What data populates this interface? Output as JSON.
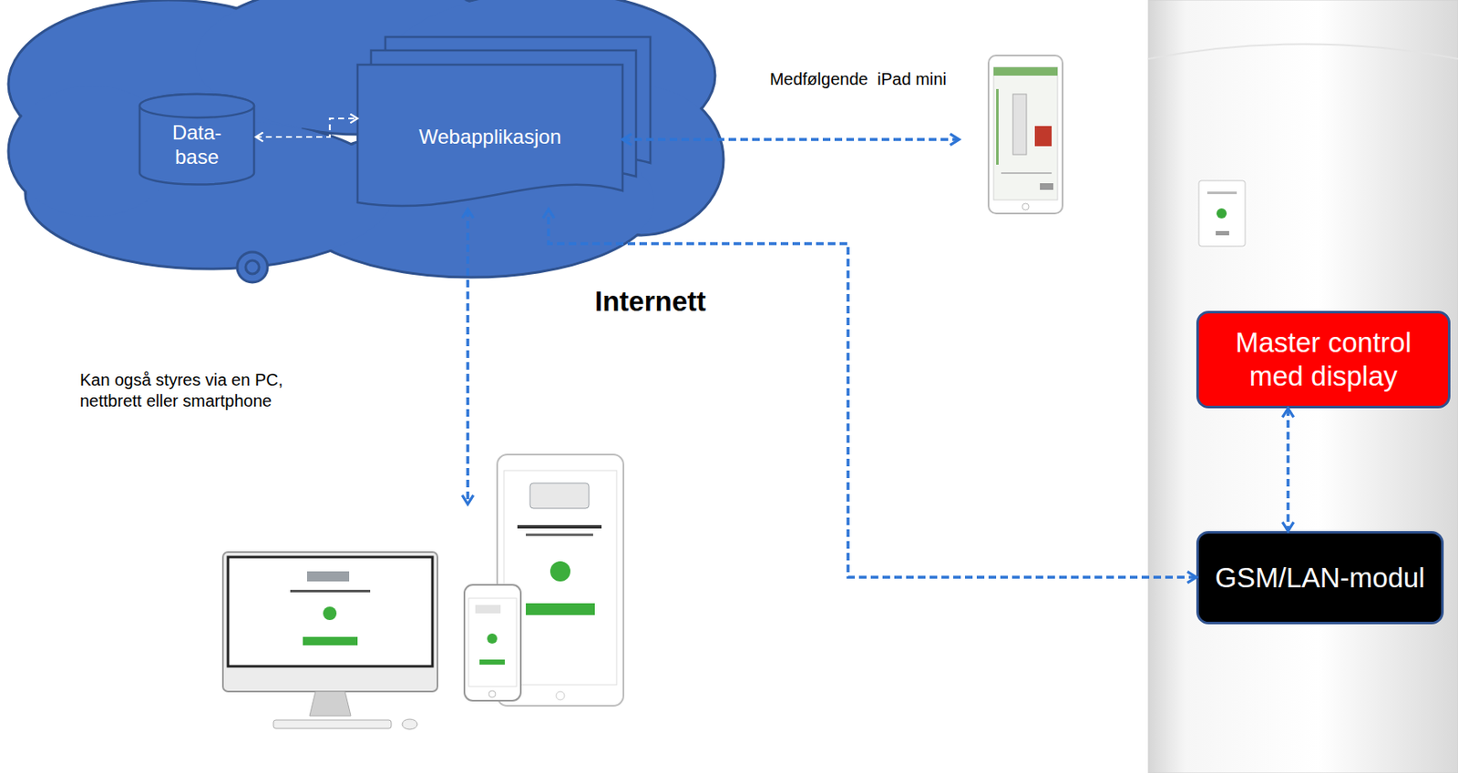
{
  "diagram": {
    "nodes": [
      {
        "text": [
          "Data- base"
        ]
      },
      {
        "text": [
          "Webapplikasjon"
        ]
      },
      {
        "text": [
          "Medfølgende  iPad mini"
        ]
      },
      {
        "text": [
          "Kan også styres via en PC, nettbrett eller smartphone"
        ]
      },
      {
        "text": [
          "Master control med display"
        ]
      },
      {
        "text": [
          "GSM/LAN-modul"
        ]
      }
    ],
    "edges": [
      {
        "from": 0,
        "to": 1,
        "arrow": "both"
      },
      {
        "from": 1,
        "to": 2,
        "arrow": "both"
      },
      {
        "from": 1,
        "to": 3,
        "arrow": "both"
      },
      {
        "from": 5,
        "to": 1,
        "arrow": "both"
      },
      {
        "from": 4,
        "to": 5,
        "arrow": "both"
      }
    ],
    "labels": [
      "Internett"
    ]
  }
}
